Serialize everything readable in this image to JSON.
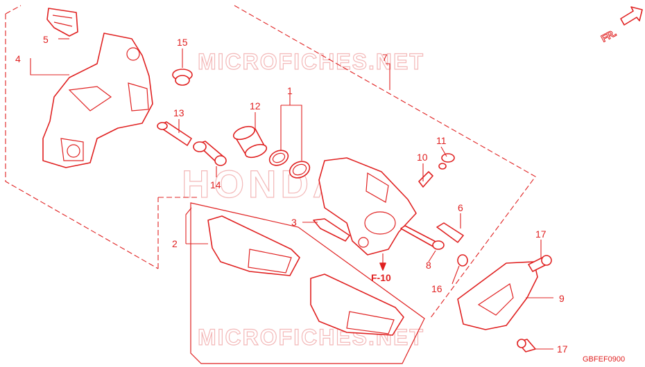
{
  "watermarks": {
    "top": "MICROFICHES.NET",
    "middle": "HONDA",
    "bottom": "MICROFICHES.NET"
  },
  "direction": {
    "label": "FR."
  },
  "reference": {
    "label": "F-10"
  },
  "diagram_code": "GBFEF0900",
  "callouts": [
    {
      "id": "p1",
      "text": "1"
    },
    {
      "id": "p2",
      "text": "2"
    },
    {
      "id": "p3",
      "text": "3"
    },
    {
      "id": "p4",
      "text": "4"
    },
    {
      "id": "p5",
      "text": "5"
    },
    {
      "id": "p6",
      "text": "6"
    },
    {
      "id": "p7",
      "text": "7"
    },
    {
      "id": "p8",
      "text": "8"
    },
    {
      "id": "p9",
      "text": "9"
    },
    {
      "id": "p10",
      "text": "10"
    },
    {
      "id": "p11",
      "text": "11"
    },
    {
      "id": "p12",
      "text": "12"
    },
    {
      "id": "p13",
      "text": "13"
    },
    {
      "id": "p14",
      "text": "14"
    },
    {
      "id": "p15",
      "text": "15"
    },
    {
      "id": "p16",
      "text": "16"
    },
    {
      "id": "p17a",
      "text": "17"
    },
    {
      "id": "p17b",
      "text": "17"
    }
  ]
}
